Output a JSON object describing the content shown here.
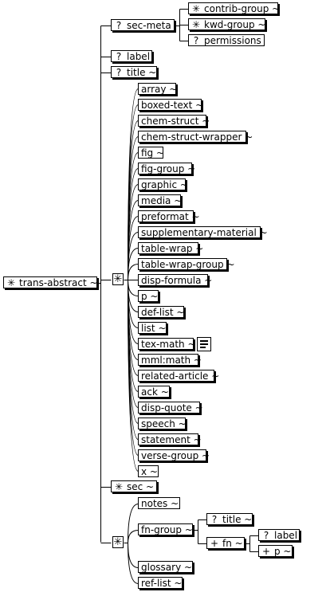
{
  "root": {
    "symbol": "✳",
    "label": "trans-abstract ~"
  },
  "sec_meta": {
    "symbol": "?",
    "label": "sec-meta",
    "children": [
      {
        "symbol": "✳",
        "label": "contrib-group ~"
      },
      {
        "symbol": "✳",
        "label": "kwd-group ~"
      },
      {
        "symbol": "?",
        "label": "permissions"
      }
    ]
  },
  "label": {
    "symbol": "?",
    "label": "label"
  },
  "title": {
    "symbol": "?",
    "label": "title ~"
  },
  "choice_symbol": "✳",
  "choice_items": [
    "array ~",
    "boxed-text ~",
    "chem-struct ~",
    "chem-struct-wrapper ~",
    "fig ~",
    "fig-group ~",
    "graphic ~",
    "media ~",
    "preformat ~",
    "supplementary-material ~",
    "table-wrap ~",
    "table-wrap-group ~",
    "disp-formula ~",
    "p ~",
    "def-list ~",
    "list ~",
    "tex-math ~",
    "mml:math ~",
    "related-article ~",
    "ack ~",
    "disp-quote ~",
    "speech ~",
    "statement ~",
    "verse-group ~",
    "x ~"
  ],
  "sec": {
    "symbol": "✳",
    "label": "sec ~"
  },
  "back_symbol": "✳",
  "back": {
    "notes": "notes ~",
    "fn_group": {
      "label": "fn-group ~",
      "title": {
        "symbol": "?",
        "label": "title ~"
      },
      "fn": {
        "symbol": "+",
        "label": "fn ~",
        "children": [
          {
            "symbol": "?",
            "label": "label"
          },
          {
            "symbol": "+",
            "label": "p ~"
          }
        ]
      }
    },
    "glossary": "glossary ~",
    "ref_list": "ref-list ~"
  }
}
